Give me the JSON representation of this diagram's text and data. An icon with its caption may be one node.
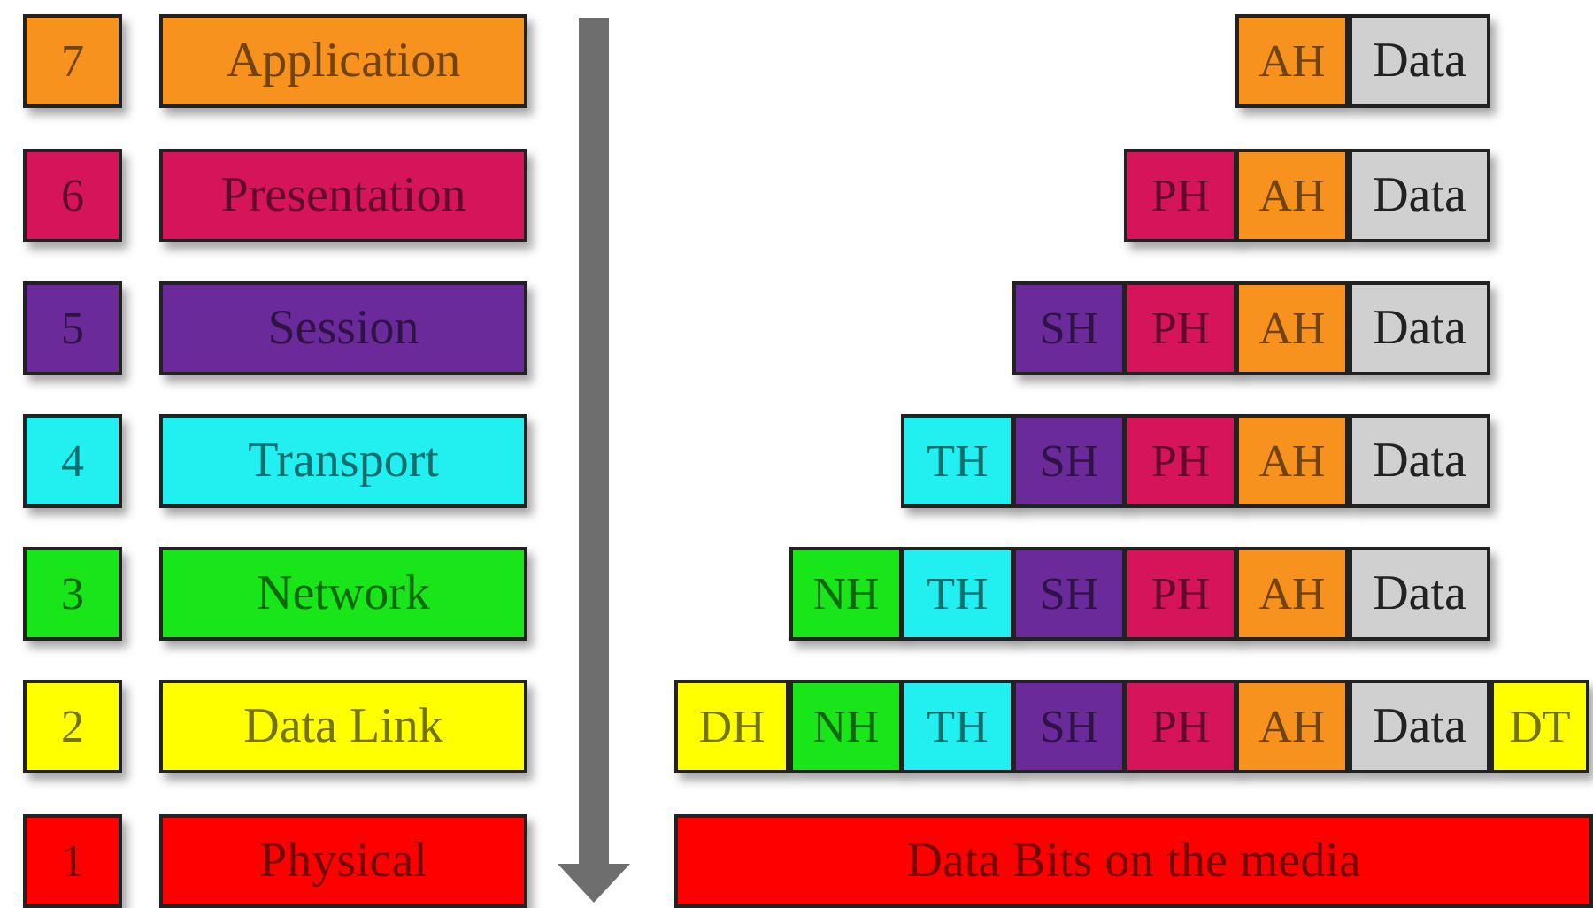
{
  "diagram": {
    "nodes": [
      {
        "text": [
          "7"
        ]
      },
      {
        "text": [
          "Application"
        ]
      },
      {
        "text": [
          "AH"
        ]
      },
      {
        "text": [
          "Data"
        ]
      },
      {
        "text": [
          "6"
        ]
      },
      {
        "text": [
          "Presentation"
        ]
      },
      {
        "text": [
          "PH"
        ]
      },
      {
        "text": [
          "AH"
        ]
      },
      {
        "text": [
          "Data"
        ]
      },
      {
        "text": [
          "5"
        ]
      },
      {
        "text": [
          "Session"
        ]
      },
      {
        "text": [
          "SH"
        ]
      },
      {
        "text": [
          "PH"
        ]
      },
      {
        "text": [
          "AH"
        ]
      },
      {
        "text": [
          "Data"
        ]
      },
      {
        "text": [
          "4"
        ]
      },
      {
        "text": [
          "Transport"
        ]
      },
      {
        "text": [
          "TH"
        ]
      },
      {
        "text": [
          "SH"
        ]
      },
      {
        "text": [
          "PH"
        ]
      },
      {
        "text": [
          "AH"
        ]
      },
      {
        "text": [
          "Data"
        ]
      },
      {
        "text": [
          "3"
        ]
      },
      {
        "text": [
          "Network"
        ]
      },
      {
        "text": [
          "NH"
        ]
      },
      {
        "text": [
          "TH"
        ]
      },
      {
        "text": [
          "SH"
        ]
      },
      {
        "text": [
          "PH"
        ]
      },
      {
        "text": [
          "AH"
        ]
      },
      {
        "text": [
          "Data"
        ]
      },
      {
        "text": [
          "2"
        ]
      },
      {
        "text": [
          "Data Link"
        ]
      },
      {
        "text": [
          "DH"
        ]
      },
      {
        "text": [
          "NH"
        ]
      },
      {
        "text": [
          "TH"
        ]
      },
      {
        "text": [
          "SH"
        ]
      },
      {
        "text": [
          "PH"
        ]
      },
      {
        "text": [
          "AH"
        ]
      },
      {
        "text": [
          "Data"
        ]
      },
      {
        "text": [
          "DT"
        ]
      },
      {
        "text": [
          "1"
        ]
      },
      {
        "text": [
          "Physical"
        ]
      },
      {
        "text": [
          "Data Bits on the media"
        ]
      }
    ]
  }
}
